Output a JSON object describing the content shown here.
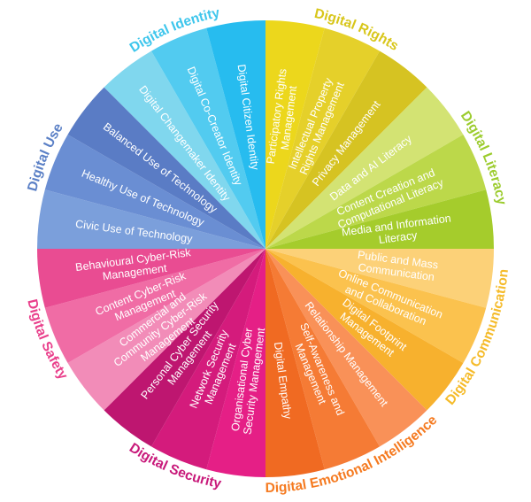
{
  "categories": [
    {
      "name": "Digital Identity",
      "color": "#3ec6ec",
      "segments": [
        {
          "lines": [
            "Digital Changemaker Identity"
          ],
          "color": "#80d7ee"
        },
        {
          "lines": [
            "Digital Co-Creator Identity"
          ],
          "color": "#52cbf0"
        },
        {
          "lines": [
            "Digital Citizen Identity"
          ],
          "color": "#27bcef"
        }
      ]
    },
    {
      "name": "Digital Rights",
      "color": "#d8c61a",
      "segments": [
        {
          "lines": [
            "Participatory Rights",
            "Management"
          ],
          "color": "#ecd71c"
        },
        {
          "lines": [
            "Intellectual Property",
            "Rights Management"
          ],
          "color": "#e5d02a"
        },
        {
          "lines": [
            "Privacy Management"
          ],
          "color": "#d6c322"
        }
      ]
    },
    {
      "name": "Digital Literacy",
      "color": "#9ccc2e",
      "segments": [
        {
          "lines": [
            "Data and AI Literacy"
          ],
          "color": "#d3e373"
        },
        {
          "lines": [
            "Content Creation and",
            "Computational Literacy"
          ],
          "color": "#bcd84a"
        },
        {
          "lines": [
            "Media and Information",
            "Literacy"
          ],
          "color": "#a5cc2c"
        }
      ]
    },
    {
      "name": "Digital Communication",
      "color": "#f5bb2a",
      "segments": [
        {
          "lines": [
            "Public and Mass",
            "Communication"
          ],
          "color": "#fcd178"
        },
        {
          "lines": [
            "Online Communication",
            "and Collaboration"
          ],
          "color": "#fbc24e"
        },
        {
          "lines": [
            "Digital Footprint",
            "Management"
          ],
          "color": "#f7b12e"
        }
      ]
    },
    {
      "name": "Digital Emotional Intelligence",
      "color": "#f57a20",
      "segments": [
        {
          "lines": [
            "Relationship Management"
          ],
          "color": "#f99158"
        },
        {
          "lines": [
            "Self-Awareness and",
            "Management"
          ],
          "color": "#f57b35"
        },
        {
          "lines": [
            "Digital Empathy"
          ],
          "color": "#f06a22"
        }
      ]
    },
    {
      "name": "Digital Security",
      "color": "#c8197a",
      "segments": [
        {
          "lines": [
            "Organisational Cyber",
            "Security Management"
          ],
          "color": "#e51f86"
        },
        {
          "lines": [
            "Network Security",
            "Management"
          ],
          "color": "#d41b7c"
        },
        {
          "lines": [
            "Personal Cyber Security",
            "Management"
          ],
          "color": "#be1670"
        }
      ]
    },
    {
      "name": "Digital Safety",
      "color": "#e93f8b",
      "segments": [
        {
          "lines": [
            "Commercial and",
            "Community Cyber-Risk",
            "Management"
          ],
          "color": "#f28cb8"
        },
        {
          "lines": [
            "Content Cyber-Risk",
            "Management"
          ],
          "color": "#f06ca5"
        },
        {
          "lines": [
            "Behavioural Cyber-Risk",
            "Management"
          ],
          "color": "#e94c92"
        }
      ]
    },
    {
      "name": "Digital Use",
      "color": "#5b80c6",
      "segments": [
        {
          "lines": [
            "Civic Use of Technology"
          ],
          "color": "#7b9fdb"
        },
        {
          "lines": [
            "Healthy Use of Technology"
          ],
          "color": "#6a8ed3"
        },
        {
          "lines": [
            "Balanced Use of Technology"
          ],
          "color": "#5a7cc5"
        }
      ]
    }
  ]
}
